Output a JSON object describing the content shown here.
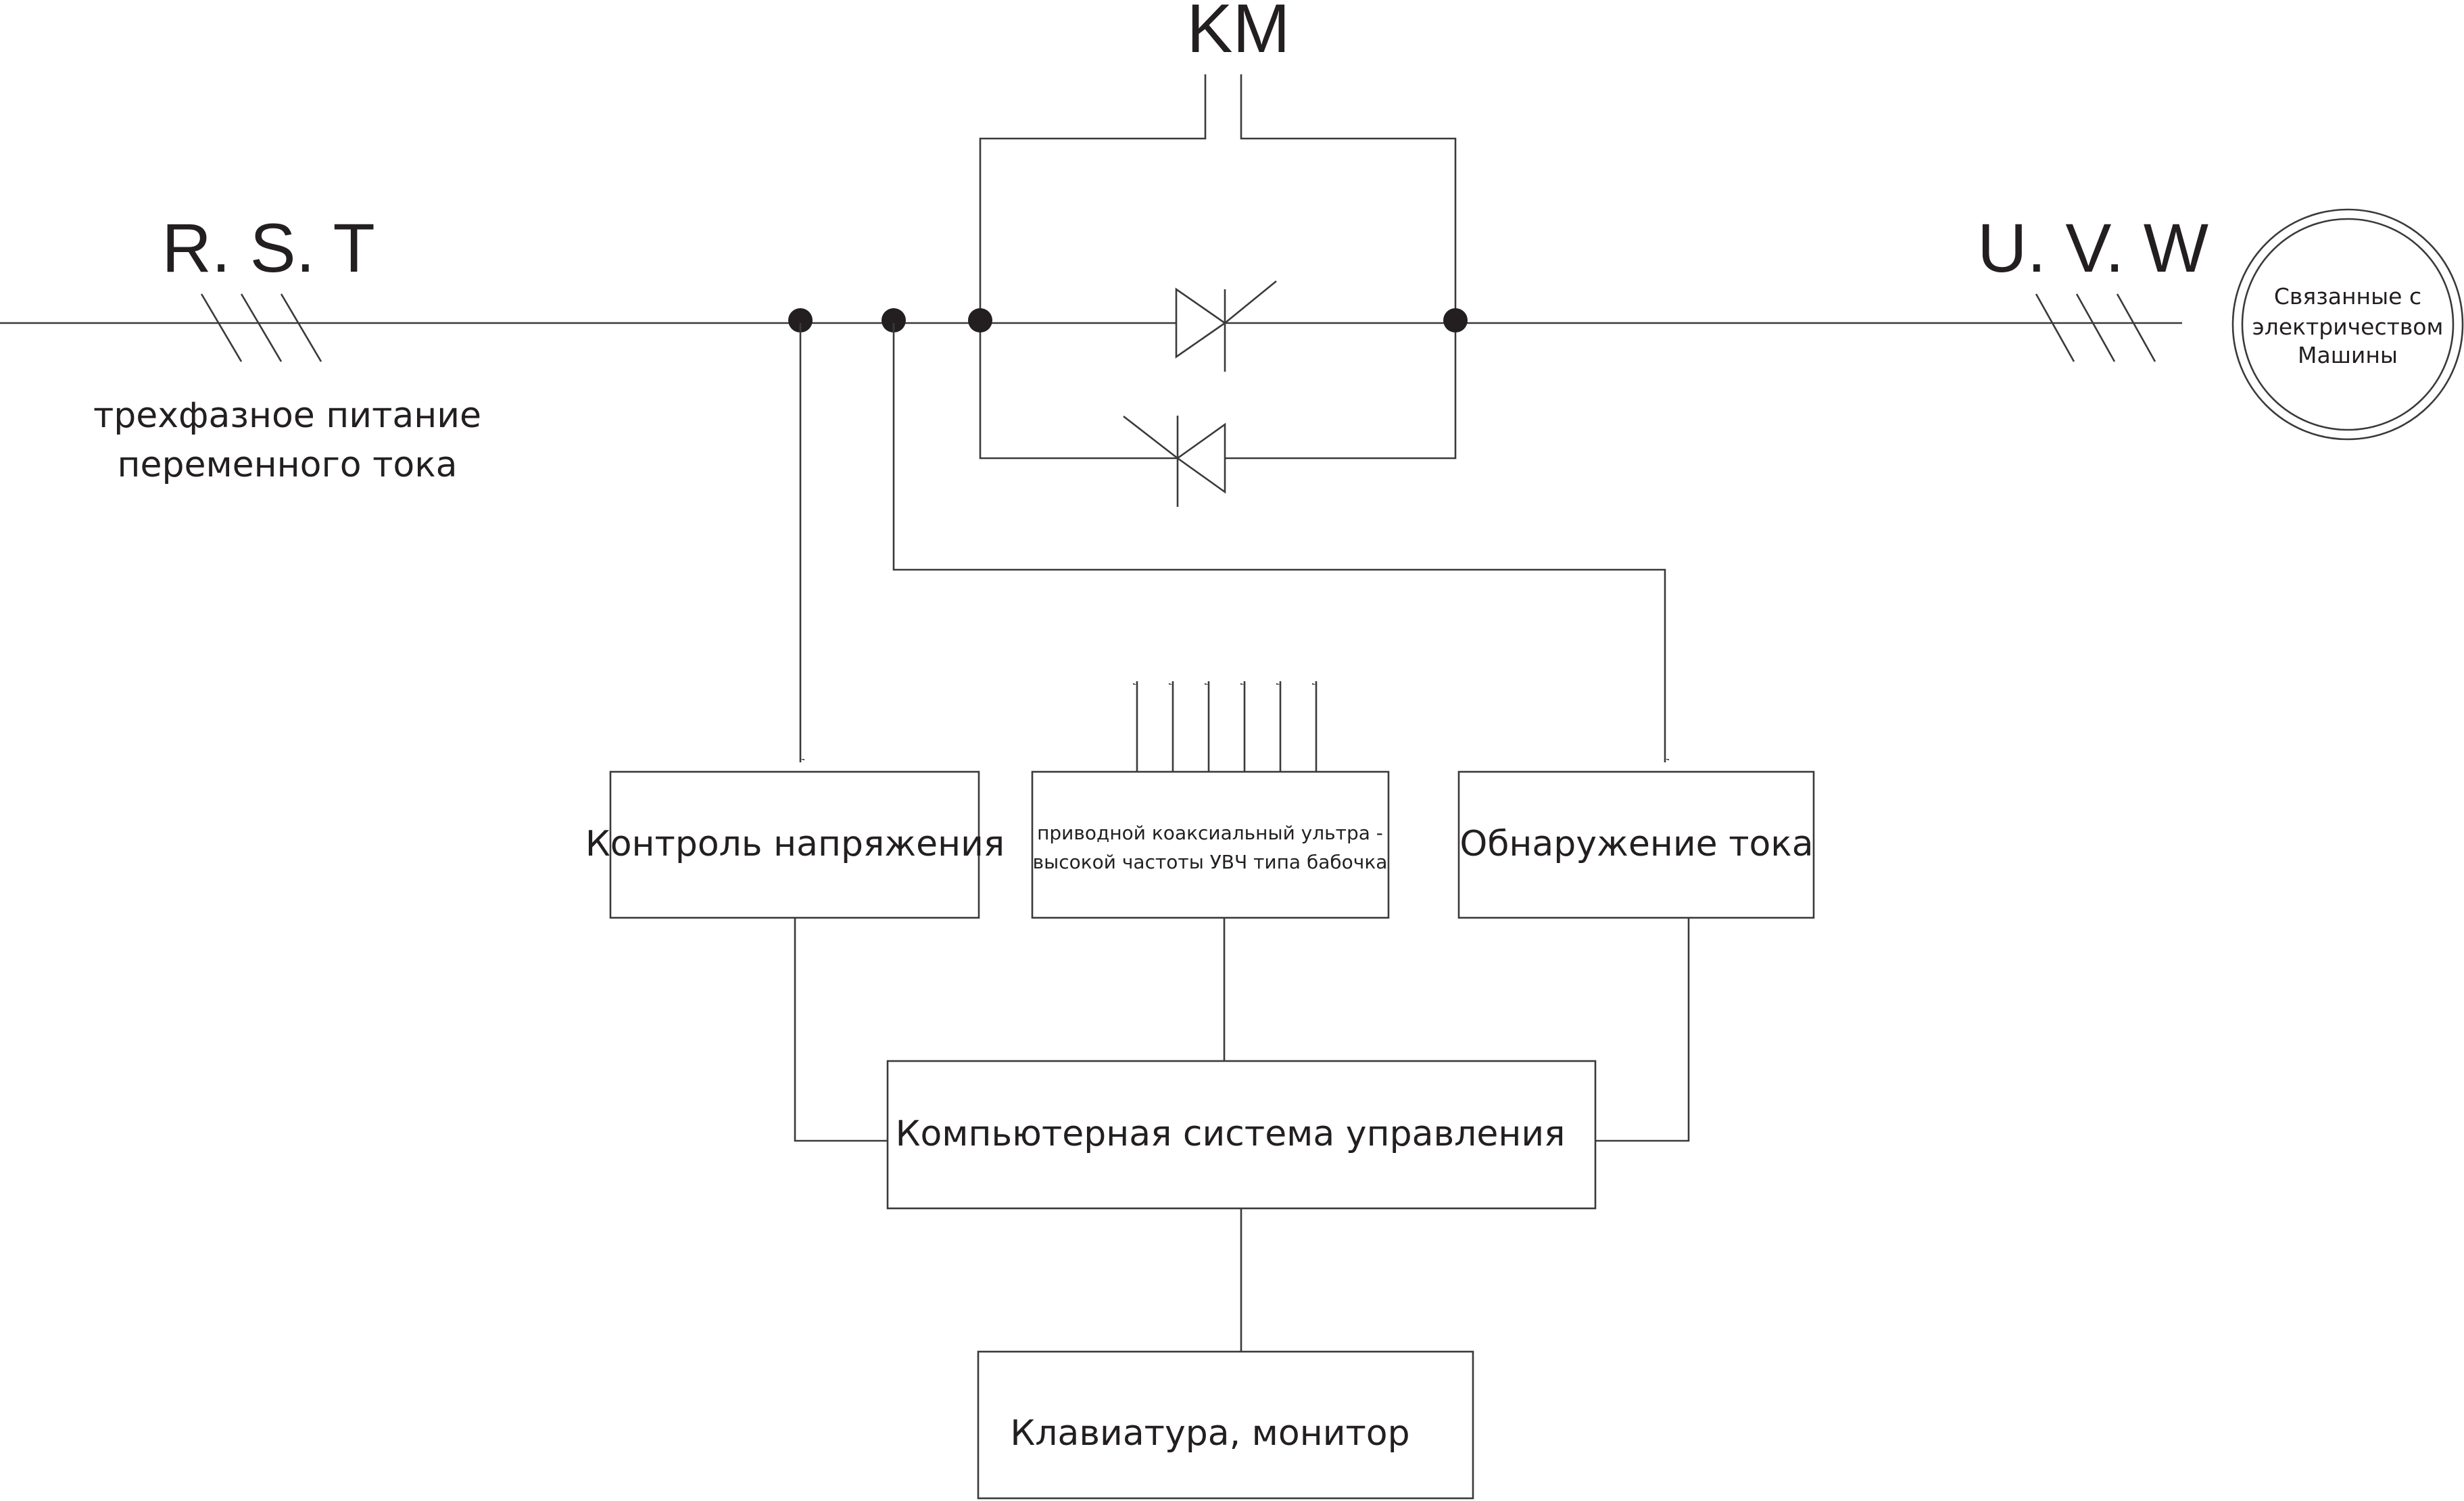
{
  "input_label": "R. S. T",
  "input_caption": [
    "трехфазное питание",
    "переменного тока"
  ],
  "contactor_label": "KM",
  "output_label": "U. V. W",
  "load_circle": [
    "Связанные с",
    "электричеством",
    "Машины"
  ],
  "blocks": {
    "voltage": "Контроль напряжения",
    "driver": [
      "приводной коаксиальный ультра -",
      "высокой частоты УВЧ типа бабочка"
    ],
    "current": "Обнаружение тока",
    "computer": "Компьютерная система управления",
    "keyboard": "Клавиатура, монитор"
  }
}
